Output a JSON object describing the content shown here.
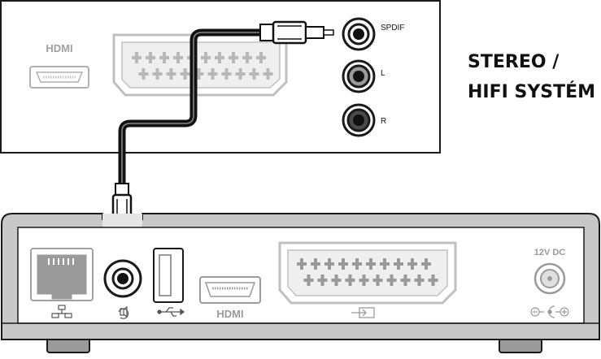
{
  "receiver_panel": {
    "hdmi_label": "HDMI",
    "rca_labels": {
      "spdif": "SPDIF",
      "left": "L",
      "right": "R"
    },
    "title_line1": "STEREO /",
    "title_line2": "HIFI SYSTÉM"
  },
  "settop_box": {
    "hdmi_label": "HDMI",
    "power_label": "12V DC",
    "icons": [
      "ethernet-icon",
      "audio-output-icon",
      "usb-icon",
      "scart-icon",
      "dc-polarity-icon"
    ]
  },
  "colors": {
    "outline": "#1a1a1a",
    "panel_gray": "#c8c8c8",
    "port_gray": "#9a9a9a",
    "cable": "#111111",
    "cable_highlight": "#8a8a8a"
  }
}
